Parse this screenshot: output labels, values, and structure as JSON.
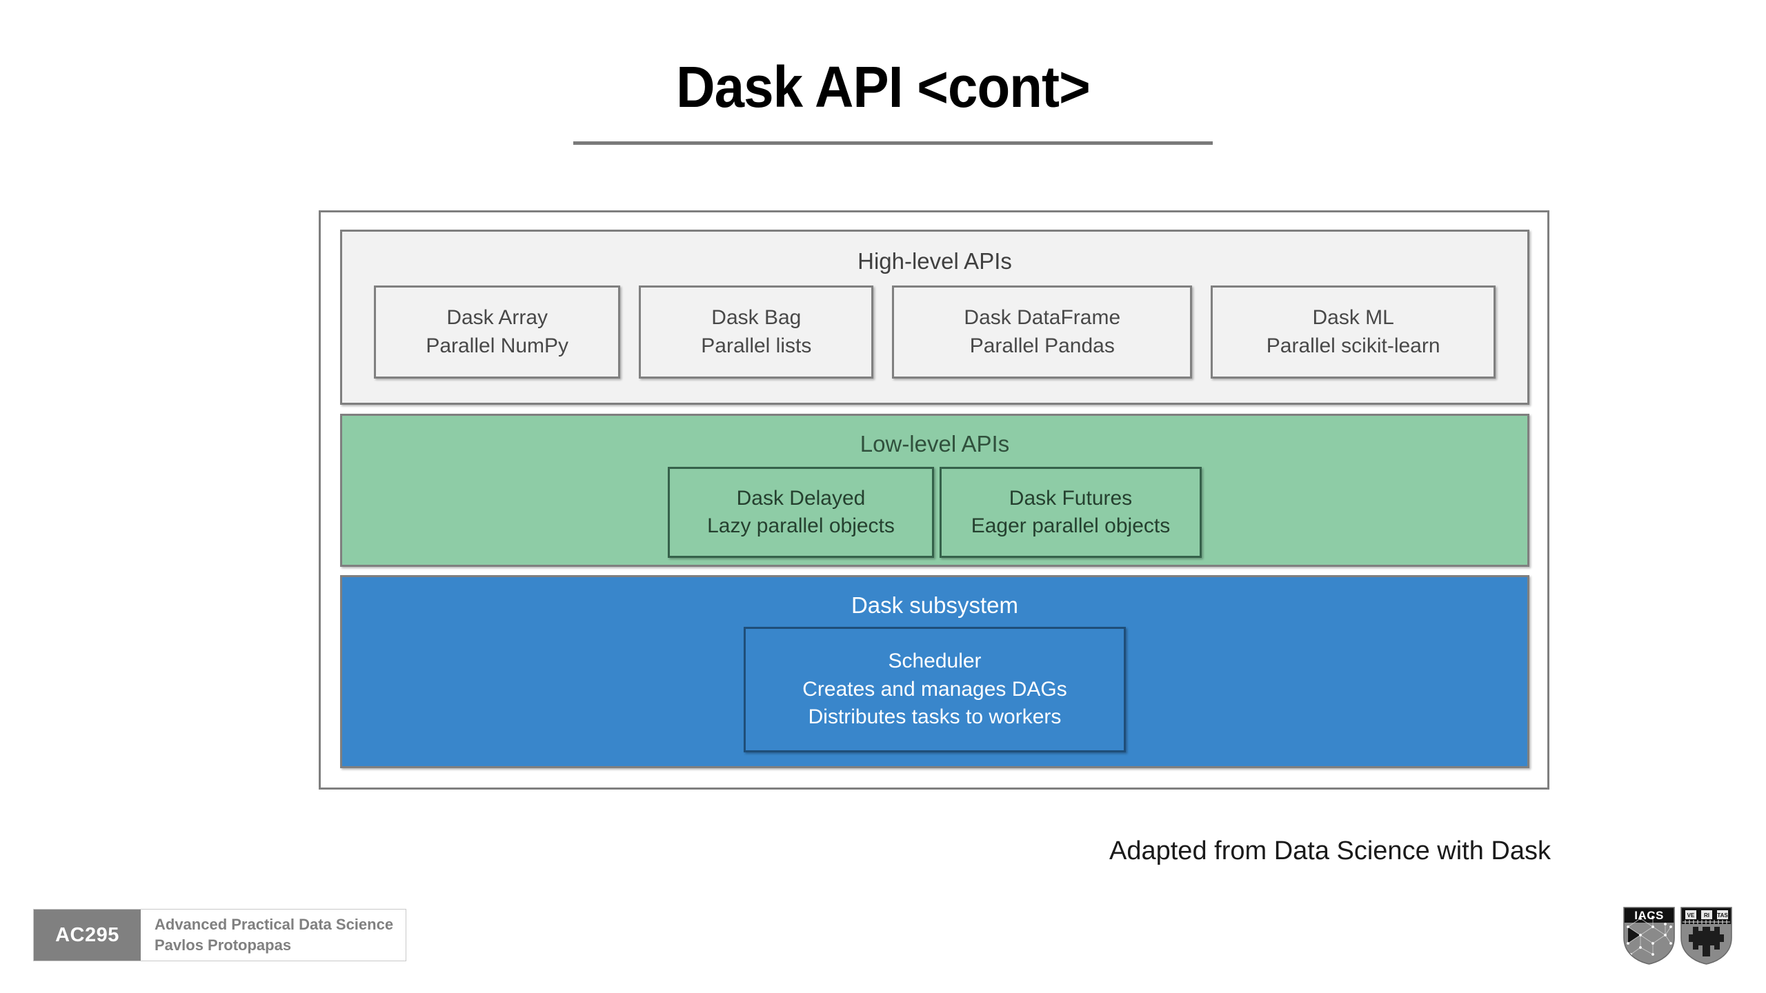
{
  "slide": {
    "title": "Dask API <cont>",
    "attribution": "Adapted from Data Science with Dask"
  },
  "diagram": {
    "layers": [
      {
        "id": "high-level",
        "title": "High-level APIs",
        "fill": "#f2f2f2",
        "border": "#808080",
        "text_color": "#404040",
        "boxes": [
          {
            "name": "Dask Array",
            "subtitle": "Parallel NumPy"
          },
          {
            "name": "Dask Bag",
            "subtitle": "Parallel lists"
          },
          {
            "name": "Dask DataFrame",
            "subtitle": "Parallel Pandas"
          },
          {
            "name": "Dask ML",
            "subtitle": "Parallel scikit-learn"
          }
        ]
      },
      {
        "id": "low-level",
        "title": "Low-level APIs",
        "fill": "#8ecca6",
        "border": "#35614a",
        "text_color": "#25402f",
        "boxes": [
          {
            "name": "Dask Delayed",
            "subtitle": "Lazy parallel objects"
          },
          {
            "name": "Dask Futures",
            "subtitle": "Eager parallel objects"
          }
        ]
      },
      {
        "id": "dask-subsystem",
        "title": "Dask subsystem",
        "fill": "#3986cb",
        "border": "#1f4e79",
        "text_color": "#ffffff",
        "boxes": [
          {
            "name": "Scheduler",
            "subtitle": "Creates and manages DAGs",
            "subtitle2": "Distributes tasks to workers"
          }
        ]
      }
    ]
  },
  "footer": {
    "course_code": "AC295",
    "course_name": "Advanced Practical Data Science",
    "instructor": "Pavlos Protopapas",
    "code_background": "#808080",
    "logos": [
      {
        "label": "IACS",
        "name": "iacs-shield-logo"
      },
      {
        "label": "VERITAS",
        "name": "harvard-seas-shield-logo"
      }
    ]
  }
}
